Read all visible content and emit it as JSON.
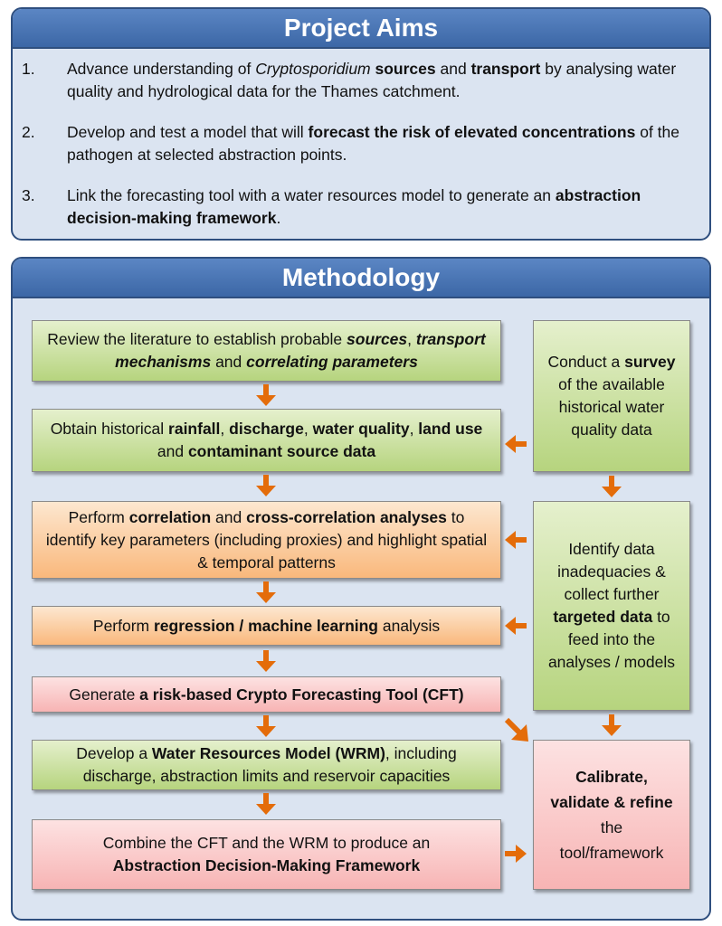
{
  "aims": {
    "title": "Project Aims",
    "items": [
      {
        "num": "1.",
        "parts": [
          {
            "t": "Advance understanding of ",
            "s": ""
          },
          {
            "t": "Cryptosporidium",
            "s": "it"
          },
          {
            "t": " ",
            "s": ""
          },
          {
            "t": "sources",
            "s": "bo"
          },
          {
            "t": " and ",
            "s": ""
          },
          {
            "t": "transport",
            "s": "bo"
          },
          {
            "t": " by analysing water quality and hydrological data for the Thames catchment.",
            "s": ""
          }
        ]
      },
      {
        "num": "2.",
        "parts": [
          {
            "t": "Develop and test a model that will ",
            "s": ""
          },
          {
            "t": "forecast the risk of elevated concentrations",
            "s": "bo"
          },
          {
            "t": " of the pathogen at selected abstraction points.",
            "s": ""
          }
        ]
      },
      {
        "num": "3.",
        "parts": [
          {
            "t": "Link the forecasting tool with a water resources model to generate an ",
            "s": ""
          },
          {
            "t": "abstraction decision-making framework",
            "s": "bo"
          },
          {
            "t": ".",
            "s": ""
          }
        ]
      }
    ]
  },
  "methodology": {
    "title": "Methodology",
    "boxes": {
      "review": [
        {
          "t": "Review the literature to establish probable ",
          "s": ""
        },
        {
          "t": "sources",
          "s": "bi"
        },
        {
          "t": ", ",
          "s": ""
        },
        {
          "t": "transport mechanisms",
          "s": "bi"
        },
        {
          "t": " and ",
          "s": ""
        },
        {
          "t": "correlating parameters",
          "s": "bi"
        }
      ],
      "obtain": [
        {
          "t": "Obtain historical ",
          "s": ""
        },
        {
          "t": "rainfall",
          "s": "bo"
        },
        {
          "t": ", ",
          "s": ""
        },
        {
          "t": "discharge",
          "s": "bo"
        },
        {
          "t": ", ",
          "s": ""
        },
        {
          "t": "water quality",
          "s": "bo"
        },
        {
          "t": ", ",
          "s": ""
        },
        {
          "t": "land use",
          "s": "bo"
        },
        {
          "t": " and ",
          "s": ""
        },
        {
          "t": "contaminant source data",
          "s": "bo"
        }
      ],
      "correlation": [
        {
          "t": "Perform ",
          "s": ""
        },
        {
          "t": "correlation",
          "s": "bo"
        },
        {
          "t": " and ",
          "s": ""
        },
        {
          "t": "cross-correlation analyses",
          "s": "bo"
        },
        {
          "t": " to identify key parameters (including proxies) and highlight spatial & temporal patterns",
          "s": ""
        }
      ],
      "regression": [
        {
          "t": "Perform ",
          "s": ""
        },
        {
          "t": "regression / machine learning",
          "s": "bo"
        },
        {
          "t": " analysis",
          "s": ""
        }
      ],
      "generate": [
        {
          "t": "Generate ",
          "s": ""
        },
        {
          "t": "a risk-based Crypto Forecasting Tool (CFT)",
          "s": "bo"
        }
      ],
      "develop": [
        {
          "t": "Develop a ",
          "s": ""
        },
        {
          "t": "Water Resources Model (WRM)",
          "s": "bo"
        },
        {
          "t": ", including discharge, abstraction limits and reservoir capacities",
          "s": ""
        }
      ],
      "combine": [
        {
          "t": "Combine the CFT and the WRM to produce an ",
          "s": ""
        },
        {
          "t": "Abstraction Decision-Making Framework",
          "s": "bo"
        }
      ],
      "survey": [
        {
          "t": "Conduct a ",
          "s": ""
        },
        {
          "t": "survey",
          "s": "bo"
        },
        {
          "t": " of the available historical water quality data",
          "s": ""
        }
      ],
      "identify": [
        {
          "t": "Identify data inadequacies & collect further ",
          "s": ""
        },
        {
          "t": "targeted data",
          "s": "bo"
        },
        {
          "t": " to feed into the analyses / models",
          "s": ""
        }
      ],
      "calibrate": [
        {
          "t": "Calibrate",
          "s": "bo"
        },
        {
          "t": ", ",
          "s": "bo"
        },
        {
          "t": "validate",
          "s": "bo"
        },
        {
          "t": " & ",
          "s": "bo"
        },
        {
          "t": "refine",
          "s": "bo"
        },
        {
          "t": " the tool/framework",
          "s": ""
        }
      ]
    }
  },
  "colors": {
    "header": "#3c67a6",
    "panel": "#dbe4f1",
    "arrow": "#e46c0a",
    "green": "#b6d47e",
    "orange": "#f9b87c",
    "pink": "#f7b4b4"
  }
}
